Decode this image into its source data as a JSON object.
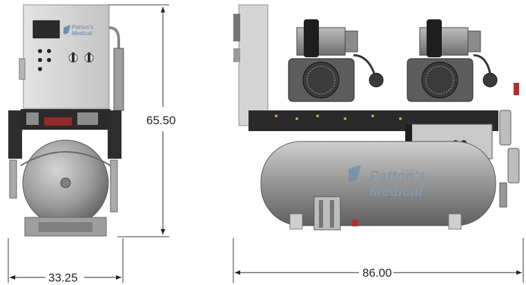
{
  "drawing": {
    "dimensions": {
      "height": "65.50",
      "front_width": "33.25",
      "side_width": "86.00"
    },
    "brand": {
      "line1": "Patton's",
      "line2": "Medical"
    },
    "colors": {
      "metal_light": "#d9d9d9",
      "metal_mid": "#a8a8a8",
      "metal_dark": "#5e5e5e",
      "black": "#1a1a1a",
      "tank_blue": "#8aa2b8",
      "red": "#c0392b"
    }
  }
}
